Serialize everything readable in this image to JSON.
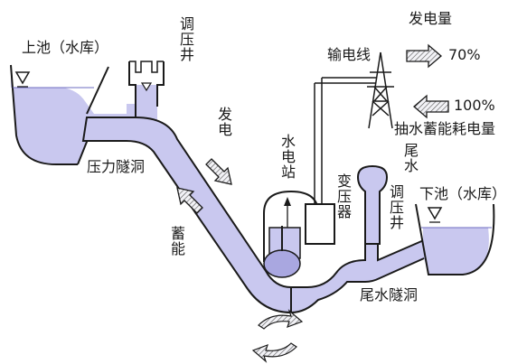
{
  "labels": {
    "upper_reservoir": "上池（水库）",
    "surge_tank_upper": "调压井",
    "pressure_tunnel": "压力隧洞",
    "generation": "发电",
    "storage": "蓄能",
    "hydro_station": "水电站",
    "transformer": "变压器",
    "transmission_line": "输电线",
    "tailwater": "尾水",
    "surge_tank_lower": "调压井",
    "lower_reservoir": "下池（水库）",
    "tailwater_tunnel": "尾水隧洞"
  },
  "legend": {
    "generated_label": "发电量",
    "generated_value": "70%",
    "consumed_value": "100%",
    "consumed_label": "抽水蓄能耗电量"
  },
  "colors": {
    "water": "#c9c8ef",
    "water_dark": "#a9a7e0",
    "line": "#1a1a1a",
    "arrow_fill": "#d8d8e8"
  },
  "icons": {
    "water_level_upper": "water-level-triangle-icon",
    "water_level_lower": "water-level-triangle-icon",
    "tower": "transmission-tower-icon",
    "rotation": "rotation-arrows-icon"
  }
}
